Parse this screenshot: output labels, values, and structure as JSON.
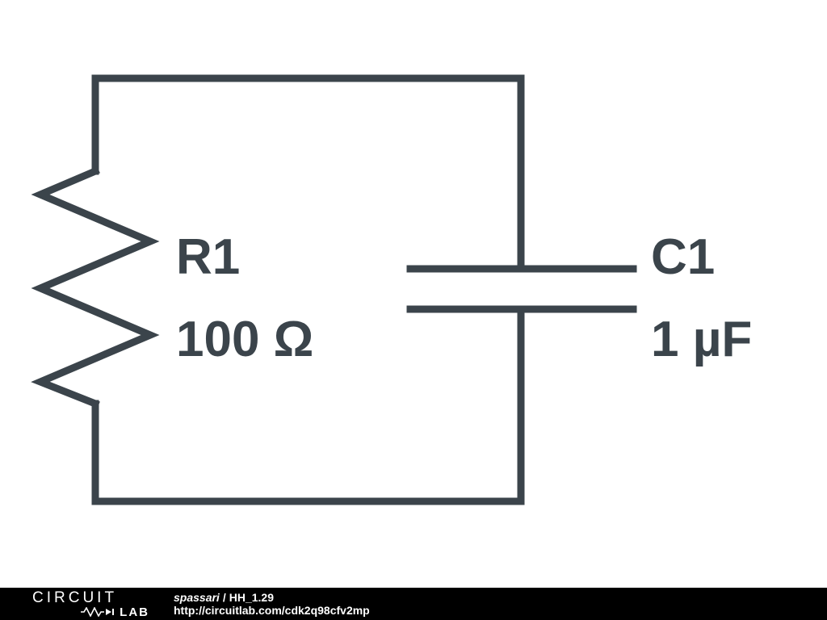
{
  "circuit": {
    "resistor": {
      "ref": "R1",
      "value": "100 Ω"
    },
    "capacitor": {
      "ref": "C1",
      "value": "1 µF"
    }
  },
  "footer": {
    "logo_line1": "CIRCUIT",
    "logo_line2": "LAB",
    "author": "spassari",
    "separator": "/",
    "title": "HH_1.29",
    "url": "http://circuitlab.com/cdk2q98cfv2mp"
  },
  "colors": {
    "wire": "#3b444b",
    "background": "#ffffff",
    "footer_bg": "#000000",
    "footer_text": "#ffffff"
  }
}
